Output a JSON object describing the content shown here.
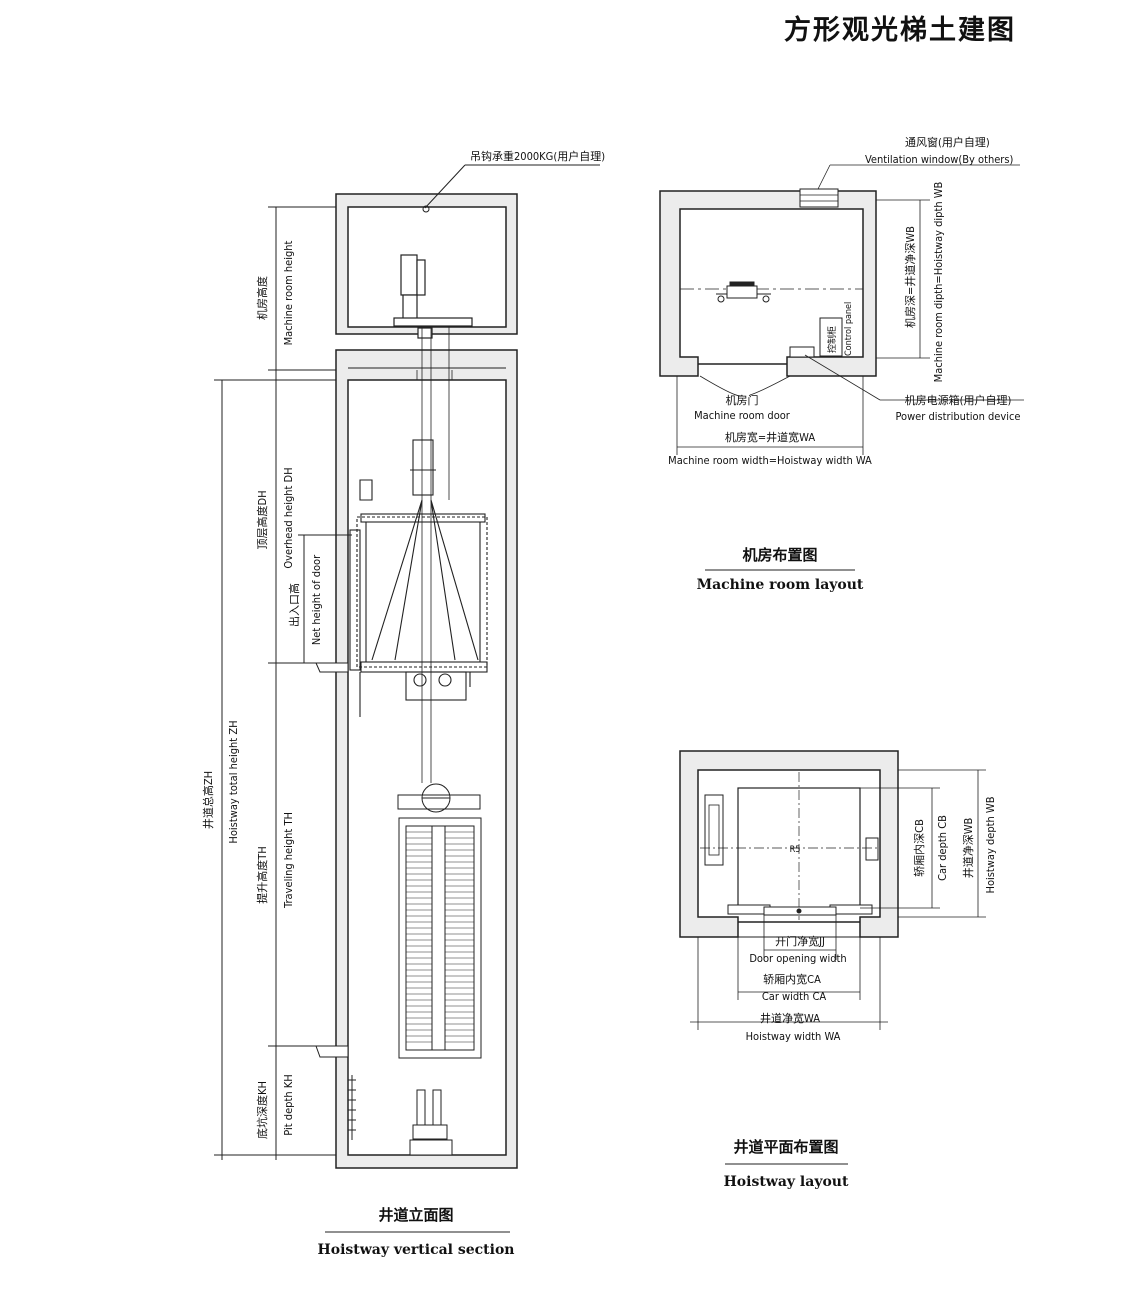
{
  "title": "方形观光梯土建图",
  "section": {
    "hook_load": "吊钩承重2000KG(用户自理)",
    "mr_height_zh": "机房高度",
    "mr_height_en": "Machine room height",
    "total_zh": "井道总高ZH",
    "total_en": "Hoistway total height ZH",
    "overhead_zh": "顶层高度DH",
    "overhead_en": "Overhead height DH",
    "door_zh": "出入口高",
    "door_en": "Net height of door",
    "travel_zh": "提升高度TH",
    "travel_en": "Traveling height TH",
    "pit_zh": "底坑深度KH",
    "pit_en": "Pit depth KH",
    "caption_zh": "井道立面图",
    "caption_en": "Hoistway vertical section"
  },
  "machine_room": {
    "vent_zh": "通风窗(用户自理)",
    "vent_en": "Ventilation window(By others)",
    "depth_zh": "机房深=井道净深WB",
    "depth_en": "Machine room dipth=Hoistway dipth WB",
    "control_zh": "控制柜",
    "control_en": "Control panel",
    "door_zh": "机房门",
    "door_en": "Machine room door",
    "power_zh": "机房电源箱(用户自理)",
    "power_en": "Power distribution device",
    "width_zh": "机房宽=井道宽WA",
    "width_en": "Machine room width=Hoistway width WA",
    "caption_zh": "机房布置图",
    "caption_en": "Machine room layout"
  },
  "hoistway_plan": {
    "center_mark": "R5",
    "car_depth_zh": "轿厢内深CB",
    "car_depth_en": "Car depth CB",
    "hw_depth_zh": "井道净深WB",
    "hw_depth_en": "Hoistway depth WB",
    "opening_zh": "开门净宽JJ",
    "opening_en": "Door opening width",
    "car_width_zh": "轿厢内宽CA",
    "car_width_en": "Car width CA",
    "hw_width_zh": "井道净宽WA",
    "hw_width_en": "Hoistway width WA",
    "caption_zh": "井道平面布置图",
    "caption_en": "Hoistway layout"
  }
}
